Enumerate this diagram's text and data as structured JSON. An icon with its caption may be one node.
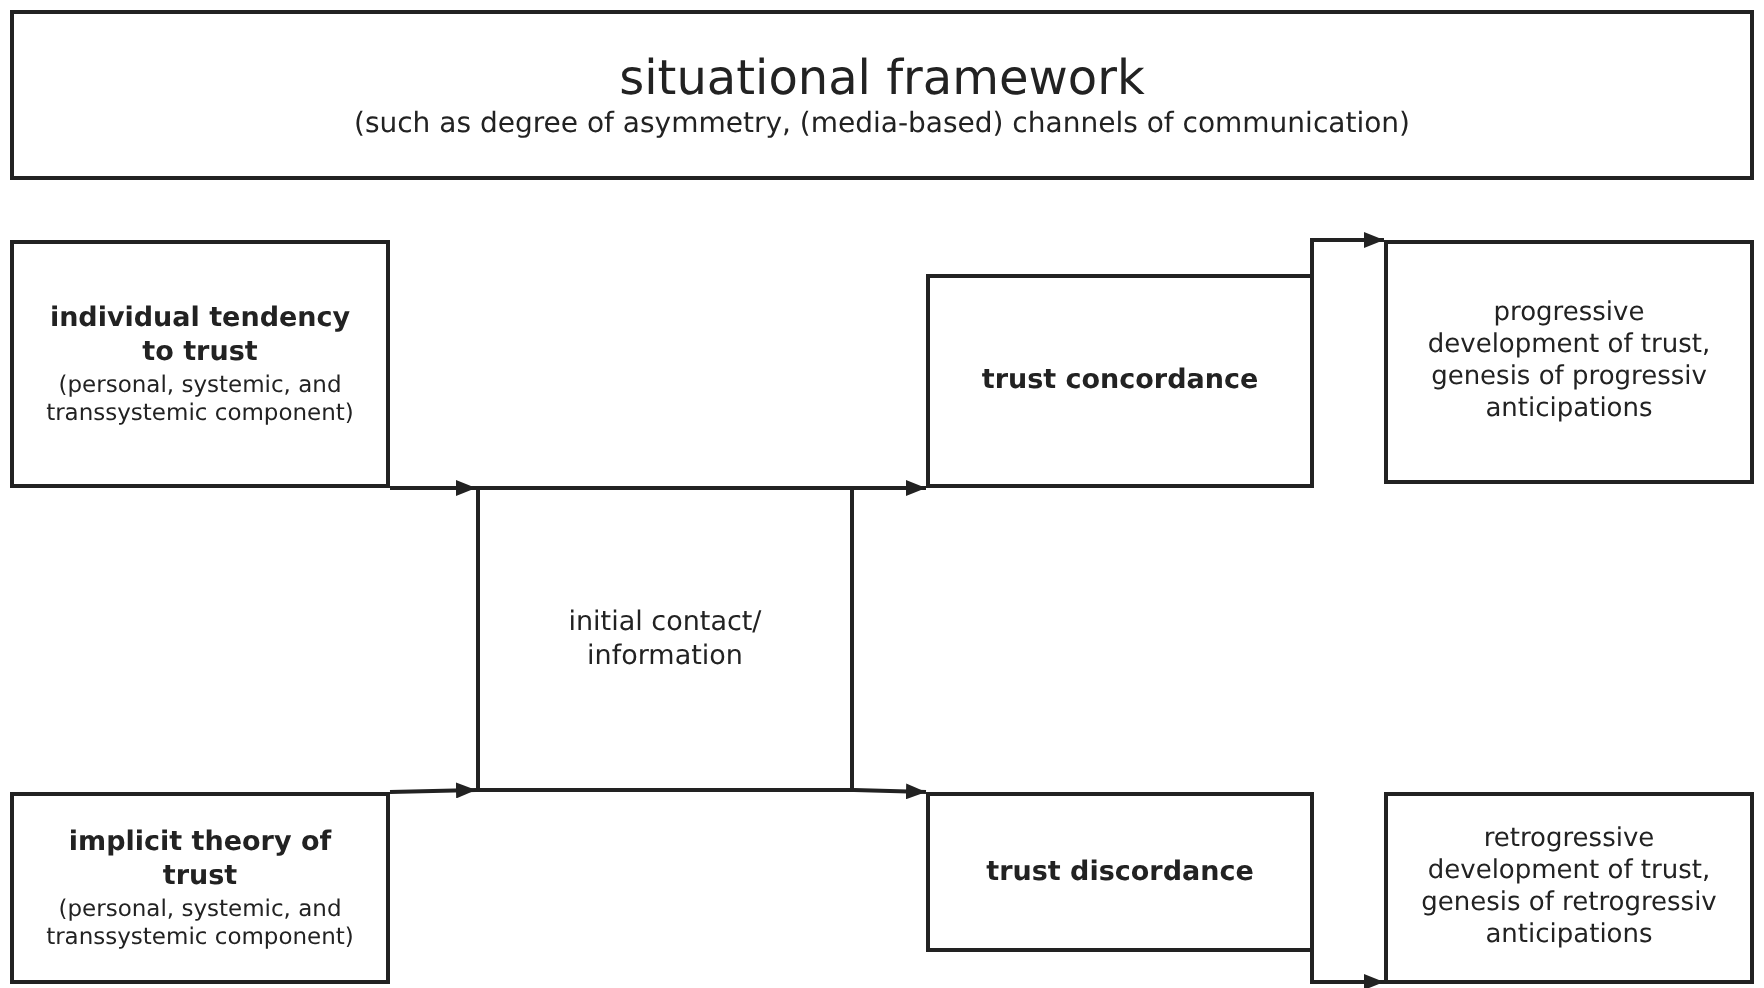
{
  "diagram": {
    "nodes": [
      {
        "text": [
          "situational framework",
          "(such as degree of asymmetry, (media-based) channels of communication)"
        ]
      },
      {
        "text": [
          "individual tendency to trust",
          "(personal, systemic, and transsystemic component)"
        ]
      },
      {
        "text": [
          "implicit theory of trust",
          "(personal, systemic, and transsystemic component)"
        ]
      },
      {
        "text": [
          "initial contact/ information"
        ]
      },
      {
        "text": [
          "trust concordance"
        ]
      },
      {
        "text": [
          "trust discordance"
        ]
      },
      {
        "text": [
          "progressive development of trust, genesis of progressiv anticipations"
        ]
      },
      {
        "text": [
          "retrogressive development of trust, genesis of retrogressiv anticipations"
        ]
      }
    ],
    "edges": [
      {
        "from": 1,
        "to": 3,
        "arrow": "to"
      },
      {
        "from": 2,
        "to": 3,
        "arrow": "to"
      },
      {
        "from": 3,
        "to": 4,
        "arrow": "to"
      },
      {
        "from": 3,
        "to": 5,
        "arrow": "to"
      },
      {
        "from": 4,
        "to": 6,
        "arrow": "to"
      },
      {
        "from": 5,
        "to": 7,
        "arrow": "to"
      }
    ]
  }
}
